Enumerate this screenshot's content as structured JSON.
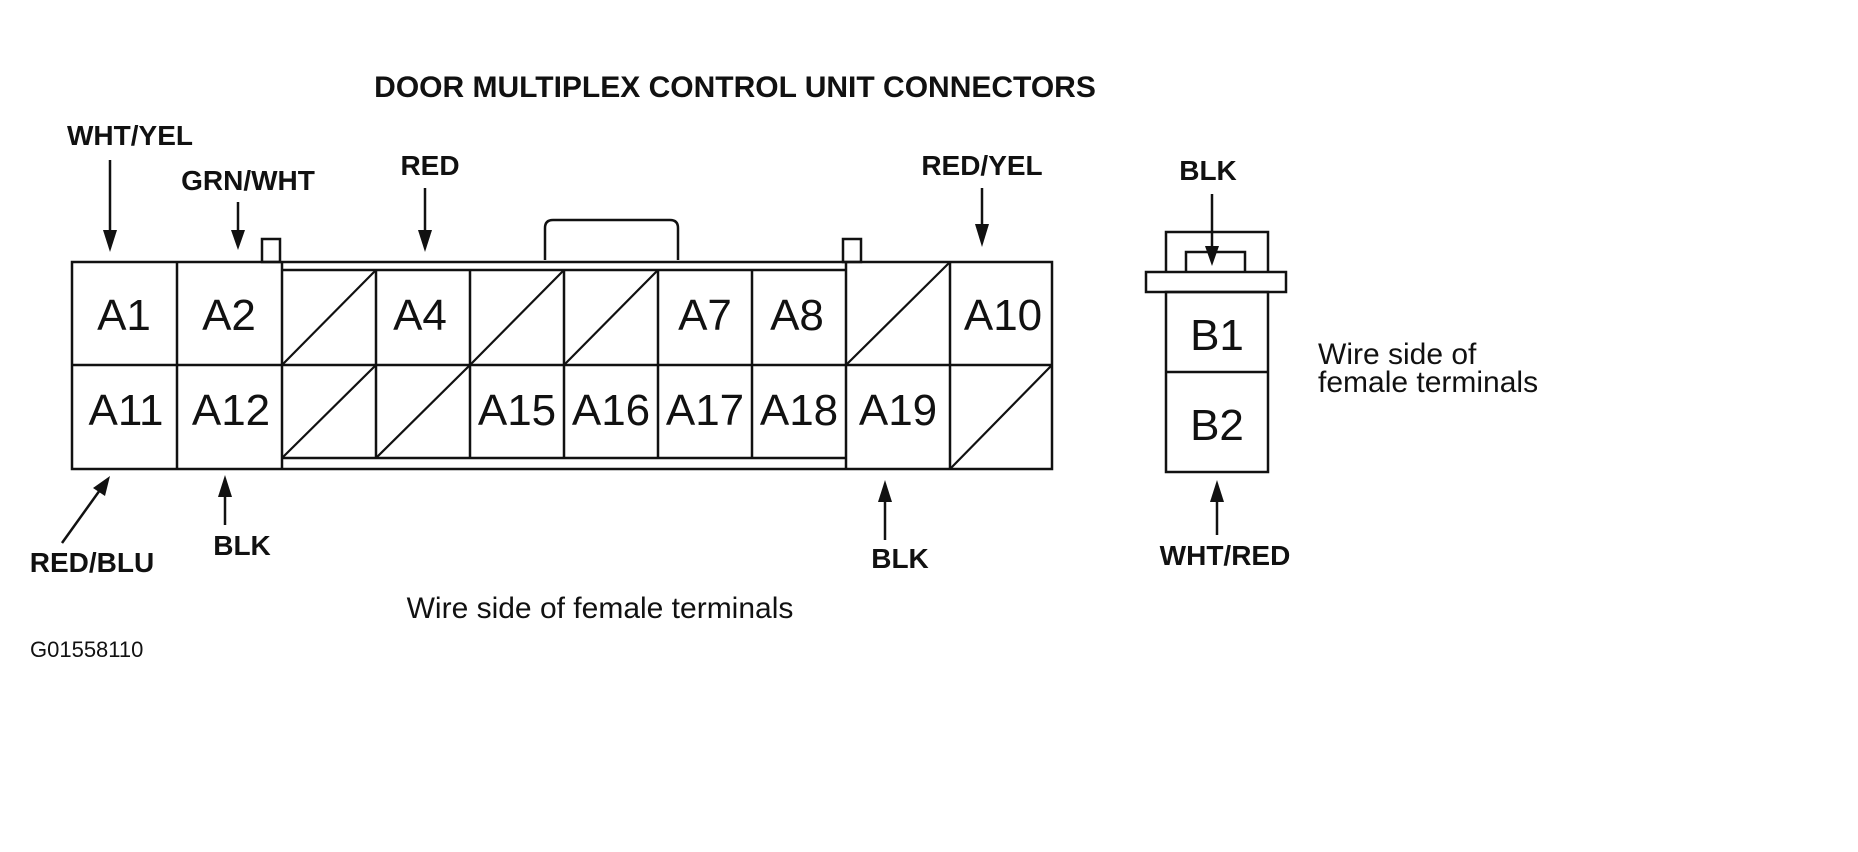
{
  "title": "DOOR MULTIPLEX CONTROL UNIT CONNECTORS",
  "connector_a": {
    "row1": [
      "A1",
      "A2",
      "",
      "A4",
      "",
      "",
      "A7",
      "A8",
      "",
      "A10"
    ],
    "row2": [
      "A11",
      "A12",
      "",
      "",
      "A15",
      "A16",
      "A17",
      "A18",
      "A19",
      ""
    ],
    "note": "Wire side of female terminals",
    "wires": {
      "a1": "WHT/YEL",
      "a2": "GRN/WHT",
      "a4": "RED",
      "a10": "RED/YEL",
      "a11": "RED/BLU",
      "a12": "BLK",
      "a19": "BLK"
    }
  },
  "connector_b": {
    "cells": [
      "B1",
      "B2"
    ],
    "note_line1": "Wire side of",
    "note_line2": "female terminals",
    "wires": {
      "top": "BLK",
      "b2": "WHT/RED"
    }
  },
  "figure_code": "G01558110"
}
